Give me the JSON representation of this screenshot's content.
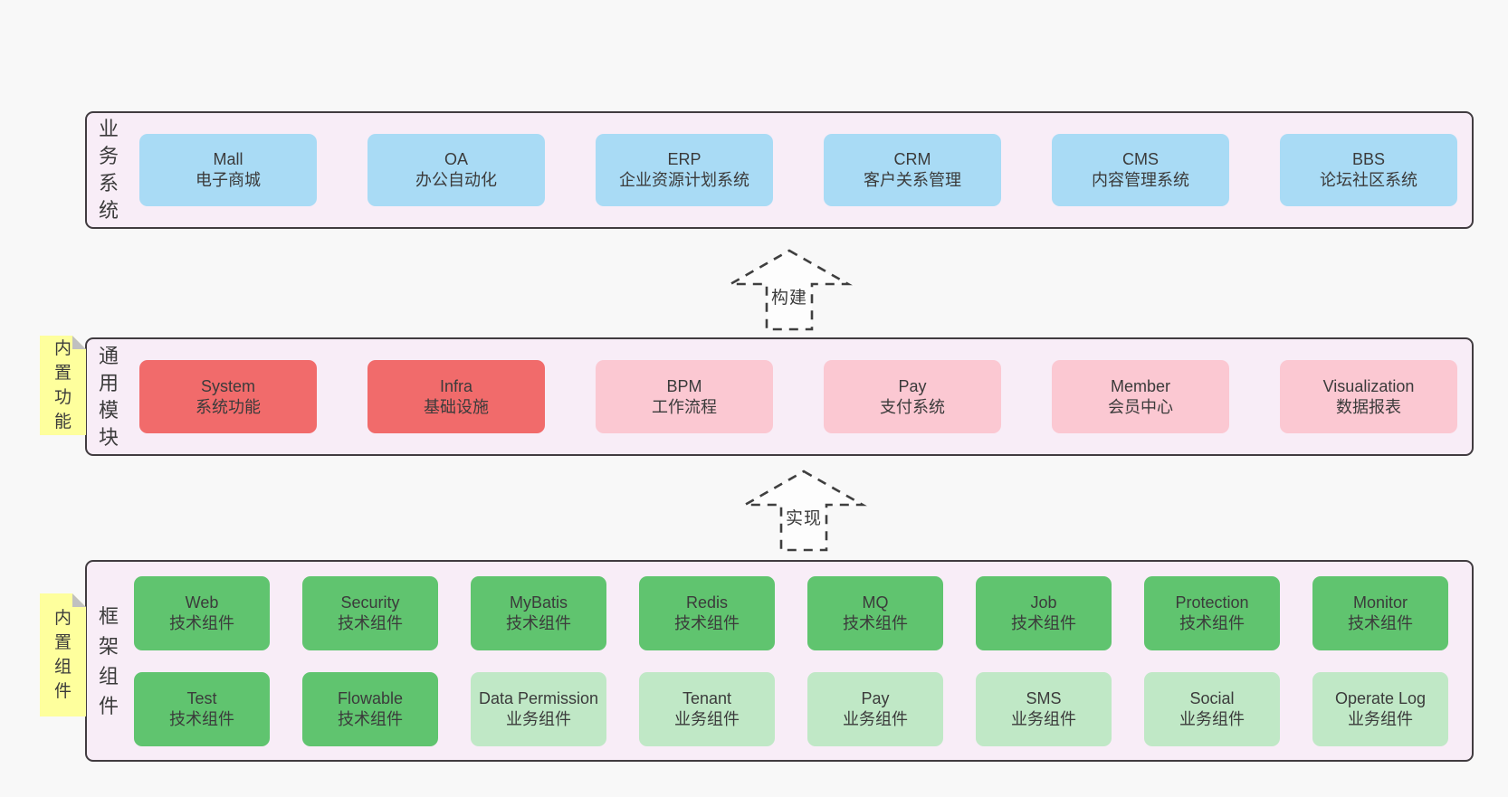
{
  "diagram": {
    "bands": [
      {
        "id": "business-systems",
        "label": "业务系统",
        "rows": [
          [
            {
              "name": "Mall",
              "desc": "电子商城",
              "variant": "blue"
            },
            {
              "name": "OA",
              "desc": "办公自动化",
              "variant": "blue"
            },
            {
              "name": "ERP",
              "desc": "企业资源计划系统",
              "variant": "blue"
            },
            {
              "name": "CRM",
              "desc": "客户关系管理",
              "variant": "blue"
            },
            {
              "name": "CMS",
              "desc": "内容管理系统",
              "variant": "blue"
            },
            {
              "name": "BBS",
              "desc": "论坛社区系统",
              "variant": "blue"
            }
          ]
        ]
      },
      {
        "id": "common-modules",
        "label": "通用模块",
        "sticky": "内置功能",
        "rows": [
          [
            {
              "name": "System",
              "desc": "系统功能",
              "variant": "red"
            },
            {
              "name": "Infra",
              "desc": "基础设施",
              "variant": "red"
            },
            {
              "name": "BPM",
              "desc": "工作流程",
              "variant": "pink"
            },
            {
              "name": "Pay",
              "desc": "支付系统",
              "variant": "pink"
            },
            {
              "name": "Member",
              "desc": "会员中心",
              "variant": "pink"
            },
            {
              "name": "Visualization",
              "desc": "数据报表",
              "variant": "pink"
            }
          ]
        ]
      },
      {
        "id": "framework-components",
        "label": "框架组件",
        "sticky": "内置组件",
        "rows": [
          [
            {
              "name": "Web",
              "desc": "技术组件",
              "variant": "green"
            },
            {
              "name": "Security",
              "desc": "技术组件",
              "variant": "green"
            },
            {
              "name": "MyBatis",
              "desc": "技术组件",
              "variant": "green"
            },
            {
              "name": "Redis",
              "desc": "技术组件",
              "variant": "green"
            },
            {
              "name": "MQ",
              "desc": "技术组件",
              "variant": "green"
            },
            {
              "name": "Job",
              "desc": "技术组件",
              "variant": "green"
            },
            {
              "name": "Protection",
              "desc": "技术组件",
              "variant": "green"
            },
            {
              "name": "Monitor",
              "desc": "技术组件",
              "variant": "green"
            }
          ],
          [
            {
              "name": "Test",
              "desc": "技术组件",
              "variant": "green"
            },
            {
              "name": "Flowable",
              "desc": "技术组件",
              "variant": "green"
            },
            {
              "name": "Data Permission",
              "desc": "业务组件",
              "variant": "lightgreen"
            },
            {
              "name": "Tenant",
              "desc": "业务组件",
              "variant": "lightgreen"
            },
            {
              "name": "Pay",
              "desc": "业务组件",
              "variant": "lightgreen"
            },
            {
              "name": "SMS",
              "desc": "业务组件",
              "variant": "lightgreen"
            },
            {
              "name": "Social",
              "desc": "业务组件",
              "variant": "lightgreen"
            },
            {
              "name": "Operate Log",
              "desc": "业务组件",
              "variant": "lightgreen"
            }
          ]
        ]
      }
    ],
    "arrows": [
      {
        "label": "构建"
      },
      {
        "label": "实现"
      }
    ],
    "colors": {
      "page_bg": "#f8f8f8",
      "band_bg": "#f8edf7",
      "border": "#413c40",
      "text": "#3b3b3b",
      "blue": "#a9dbf5",
      "red": "#f16b6b",
      "pink": "#fbc8d2",
      "green": "#60c46f",
      "lightgreen": "#c0e8c6",
      "sticky_yellow": "#feff9d",
      "fold_gray": "#c0c0c0",
      "arrow_fill": "#fdfdfd"
    }
  }
}
